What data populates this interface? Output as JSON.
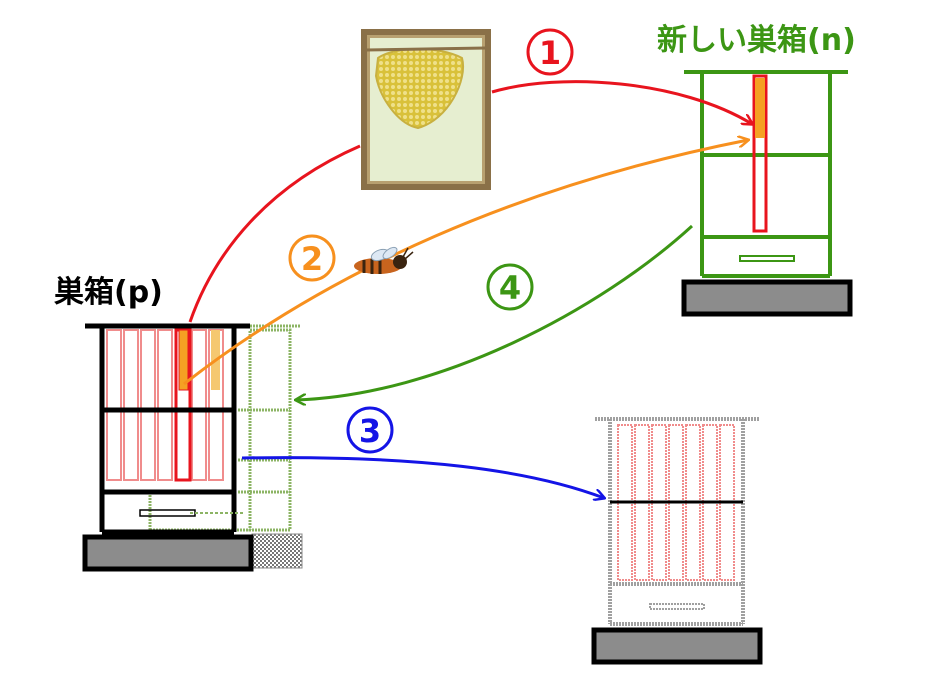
{
  "labels": {
    "new_hive": "新しい巣箱(n)",
    "old_hive": "巣箱(p)"
  },
  "steps": [
    {
      "num": "①",
      "color": "#e8141e"
    },
    {
      "num": "②",
      "color": "#f7901e"
    },
    {
      "num": "③",
      "color": "#1414e6"
    },
    {
      "num": "④",
      "color": "#3c9614"
    }
  ],
  "colors": {
    "new_hive_frame": "#3c9614",
    "frame_pink": "#f08c8c",
    "comb_orange": "#f5a023",
    "box_black": "#000000",
    "base_gray": "#8c8c8c",
    "ghost_frame": "#a0a0a0",
    "ghost_hive": "#8cb464"
  },
  "icons": [
    "honeycomb-frame-photo",
    "bee-icon"
  ]
}
